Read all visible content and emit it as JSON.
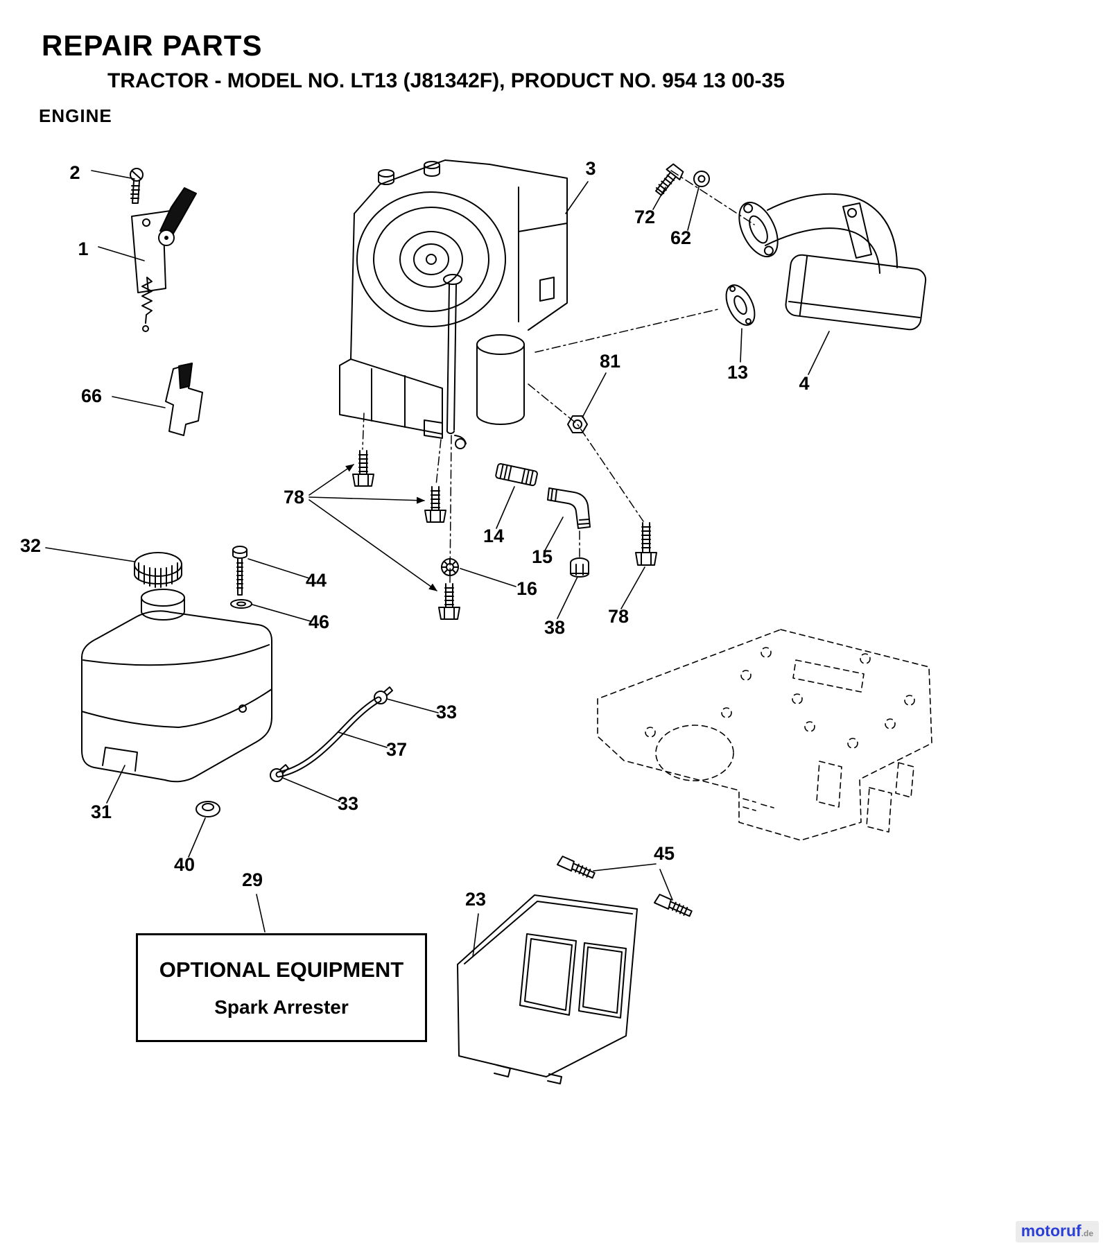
{
  "header": {
    "title": "REPAIR PARTS",
    "subtitle": "TRACTOR - MODEL NO. LT13 (J81342F), PRODUCT NO. 954 13 00-35",
    "section": "ENGINE"
  },
  "callouts": [
    {
      "num": "2"
    },
    {
      "num": "1"
    },
    {
      "num": "3"
    },
    {
      "num": "72"
    },
    {
      "num": "62"
    },
    {
      "num": "13"
    },
    {
      "num": "4"
    },
    {
      "num": "66"
    },
    {
      "num": "81"
    },
    {
      "num": "78"
    },
    {
      "num": "14"
    },
    {
      "num": "15"
    },
    {
      "num": "16"
    },
    {
      "num": "38"
    },
    {
      "num": "78"
    },
    {
      "num": "32"
    },
    {
      "num": "44"
    },
    {
      "num": "46"
    },
    {
      "num": "33"
    },
    {
      "num": "37"
    },
    {
      "num": "33"
    },
    {
      "num": "31"
    },
    {
      "num": "40"
    },
    {
      "num": "29"
    },
    {
      "num": "23"
    },
    {
      "num": "45"
    }
  ],
  "optional_equipment_box": {
    "title": "OPTIONAL EQUIPMENT",
    "subtitle": "Spark Arrester"
  },
  "watermark": {
    "brand": "motoruf",
    "domain_suffix": ".de"
  },
  "colors": {
    "line": "#000000",
    "background": "#ffffff",
    "watermark_brand": "#2b3fd4",
    "watermark_suffix": "#8a8a8a"
  }
}
